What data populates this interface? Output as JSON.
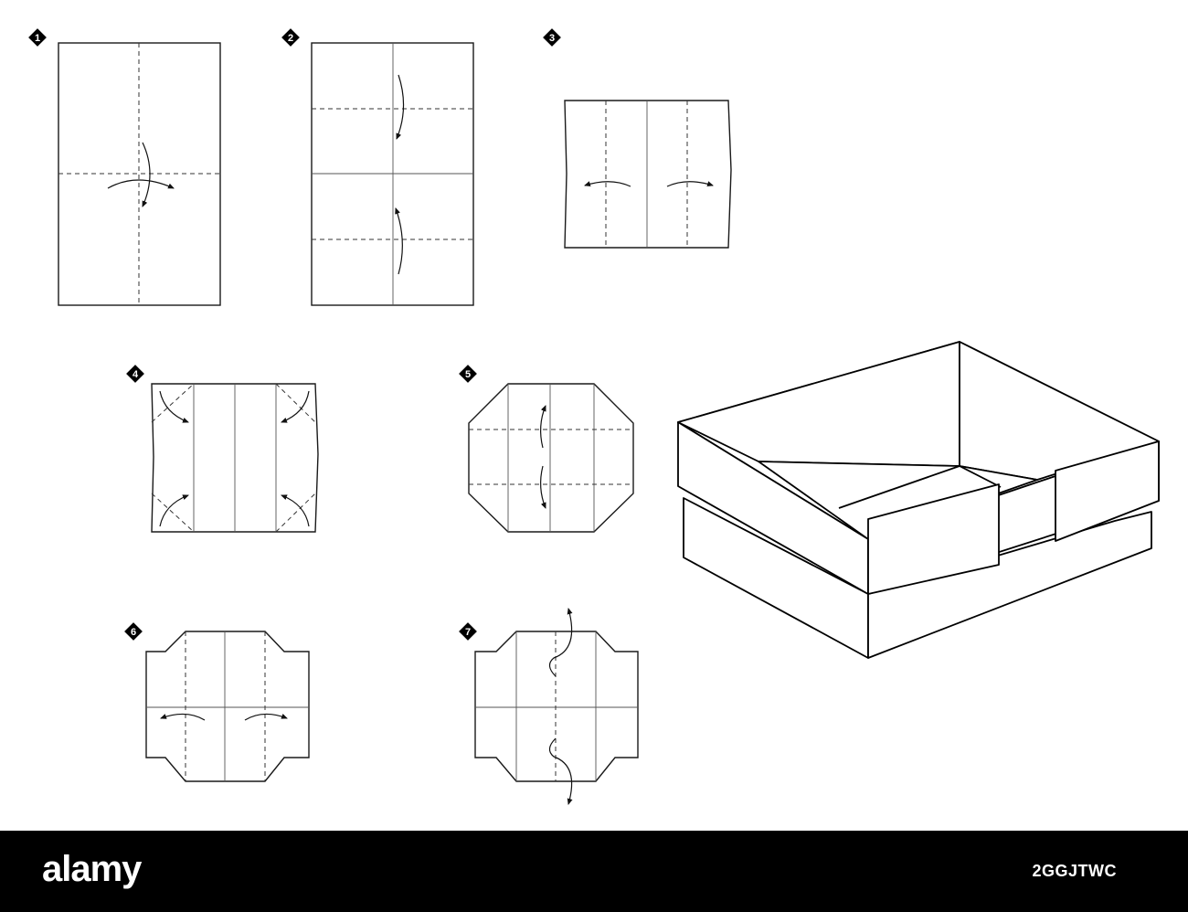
{
  "steps": [
    {
      "number": "1"
    },
    {
      "number": "2"
    },
    {
      "number": "3"
    },
    {
      "number": "4"
    },
    {
      "number": "5"
    },
    {
      "number": "6"
    },
    {
      "number": "7"
    }
  ],
  "icons": {
    "step_badge": "black-diamond-icon",
    "fold_arrow": "curved-arrow-icon",
    "valley_fold": "dashed-line",
    "finished_model": "open-box-3d"
  },
  "colors": {
    "line": "#000000",
    "background": "#ffffff",
    "banner": "#000000",
    "banner_text": "#ffffff"
  },
  "banner": {
    "logo": "alamy",
    "image_id": "2GGJTWC"
  }
}
